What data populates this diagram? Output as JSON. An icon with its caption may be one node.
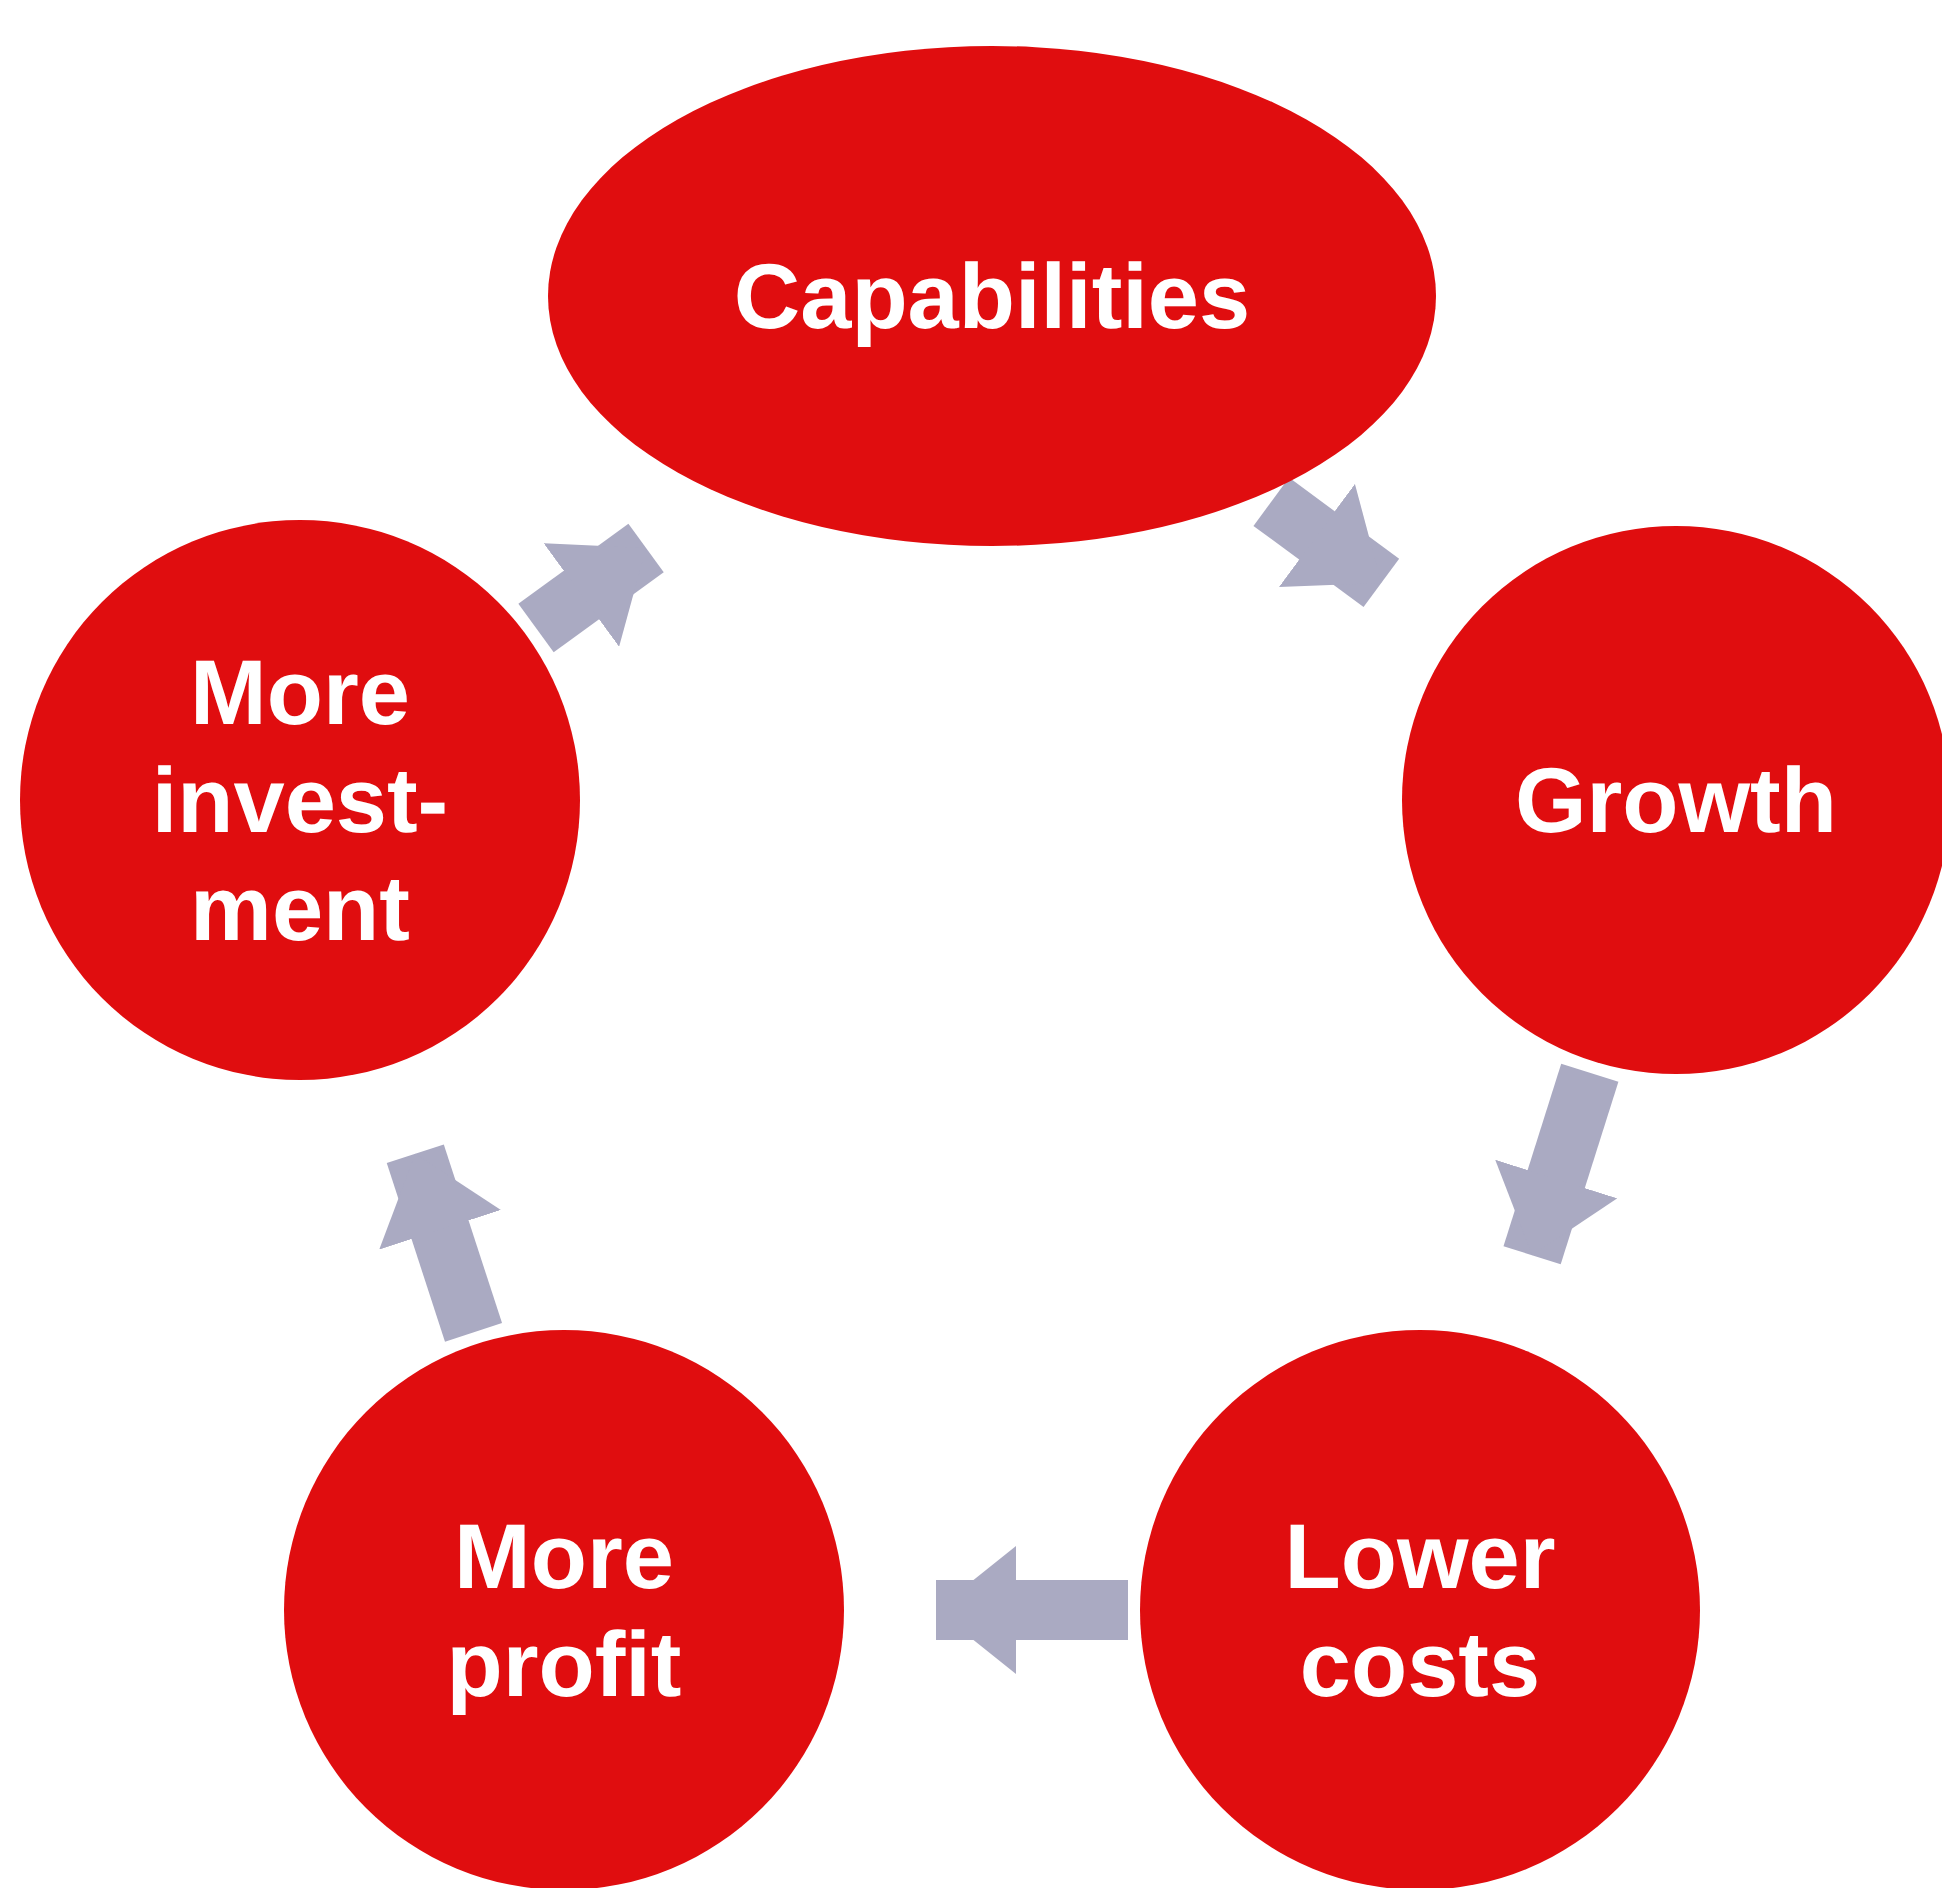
{
  "diagram": {
    "nodes": [
      {
        "text": [
          "Capabilities"
        ]
      },
      {
        "text": [
          "Growth"
        ]
      },
      {
        "text": [
          "Lower costs"
        ]
      },
      {
        "text": [
          "More profit"
        ]
      },
      {
        "text": [
          "More invest-ment"
        ]
      }
    ],
    "edges": [
      {
        "from": 0,
        "to": 1,
        "arrow": "to"
      },
      {
        "from": 1,
        "to": 2,
        "arrow": "to"
      },
      {
        "from": 2,
        "to": 3,
        "arrow": "to"
      },
      {
        "from": 3,
        "to": 4,
        "arrow": "to"
      },
      {
        "from": 4,
        "to": 0,
        "arrow": "to"
      }
    ]
  }
}
